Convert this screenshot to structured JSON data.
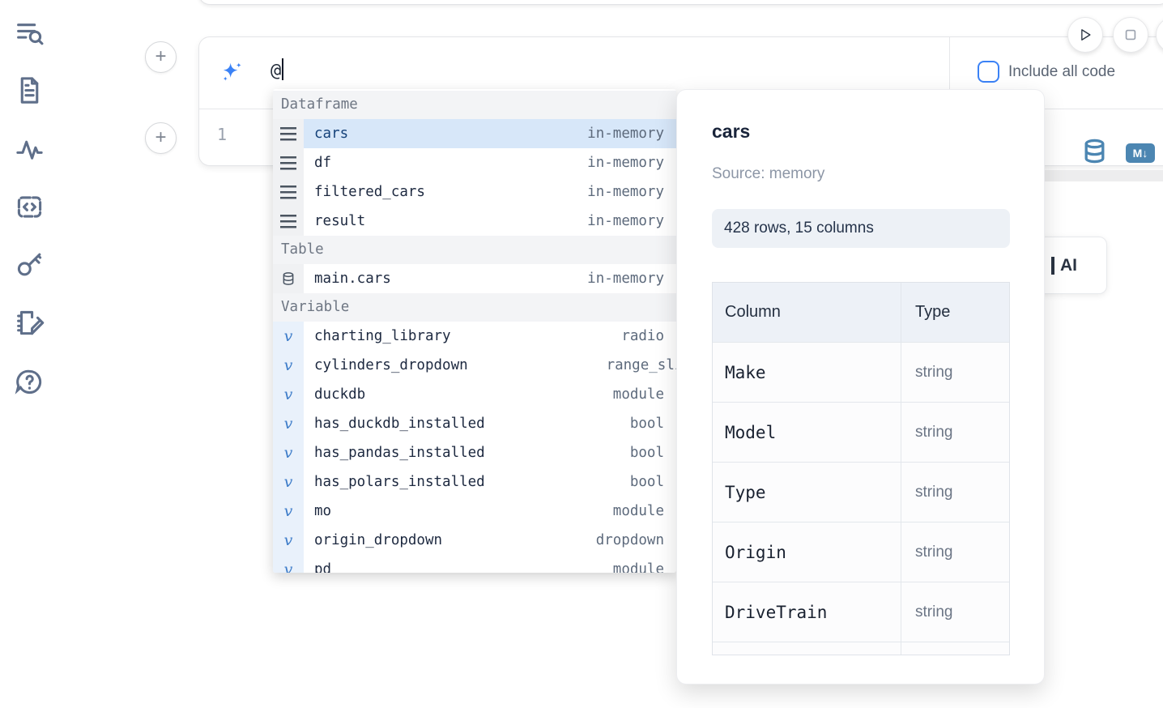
{
  "colors": {
    "accent": "#3b82f6",
    "steel_blue": "#4c86b2",
    "sidebar_icon": "#5f6f8a",
    "selection_bg": "#d7e7f9"
  },
  "sidebar": {
    "icons": [
      {
        "name": "list-search-icon"
      },
      {
        "name": "file-text-icon"
      },
      {
        "name": "activity-icon"
      },
      {
        "name": "code-block-icon"
      },
      {
        "name": "key-icon"
      },
      {
        "name": "notebook-edit-icon"
      },
      {
        "name": "help-bubble-icon"
      }
    ]
  },
  "toolbar": {
    "include_all_code_label": "Include all code",
    "markdown_badge": "M↓"
  },
  "cell": {
    "ai_prompt_value": "@",
    "line_number": "1",
    "plus_button_label": "+"
  },
  "autocomplete": {
    "sections": [
      {
        "label": "Dataframe",
        "items": [
          {
            "icon": "rows-icon",
            "name": "cars",
            "type": "in-memory",
            "selected": true
          },
          {
            "icon": "rows-icon",
            "name": "df",
            "type": "in-memory"
          },
          {
            "icon": "rows-icon",
            "name": "filtered_cars",
            "type": "in-memory"
          },
          {
            "icon": "rows-icon",
            "name": "result",
            "type": "in-memory"
          }
        ]
      },
      {
        "label": "Table",
        "items": [
          {
            "icon": "database-icon",
            "name": "main.cars",
            "type": "in-memory"
          }
        ]
      },
      {
        "label": "Variable",
        "items": [
          {
            "icon": "variable-icon",
            "name": "charting_library",
            "type": "radio",
            "kind": "variable"
          },
          {
            "icon": "variable-icon",
            "name": "cylinders_dropdown",
            "type": "range_slider",
            "kind": "variable",
            "clip_type": true
          },
          {
            "icon": "variable-icon",
            "name": "duckdb",
            "type": "module",
            "kind": "variable"
          },
          {
            "icon": "variable-icon",
            "name": "has_duckdb_installed",
            "type": "bool",
            "kind": "variable"
          },
          {
            "icon": "variable-icon",
            "name": "has_pandas_installed",
            "type": "bool",
            "kind": "variable"
          },
          {
            "icon": "variable-icon",
            "name": "has_polars_installed",
            "type": "bool",
            "kind": "variable"
          },
          {
            "icon": "variable-icon",
            "name": "mo",
            "type": "module",
            "kind": "variable"
          },
          {
            "icon": "variable-icon",
            "name": "origin_dropdown",
            "type": "dropdown",
            "kind": "variable"
          },
          {
            "icon": "variable-icon",
            "name": "pd",
            "type": "module",
            "kind": "variable"
          }
        ]
      }
    ]
  },
  "preview": {
    "title": "cars",
    "source": "Source: memory",
    "shape": "428 rows, 15 columns",
    "table": {
      "headers": [
        "Column",
        "Type"
      ],
      "rows": [
        [
          "Make",
          "string"
        ],
        [
          "Model",
          "string"
        ],
        [
          "Type",
          "string"
        ],
        [
          "Origin",
          "string"
        ],
        [
          "DriveTrain",
          "string"
        ],
        [
          "",
          ""
        ]
      ]
    }
  },
  "ai_button": {
    "visible_label": "AI"
  }
}
